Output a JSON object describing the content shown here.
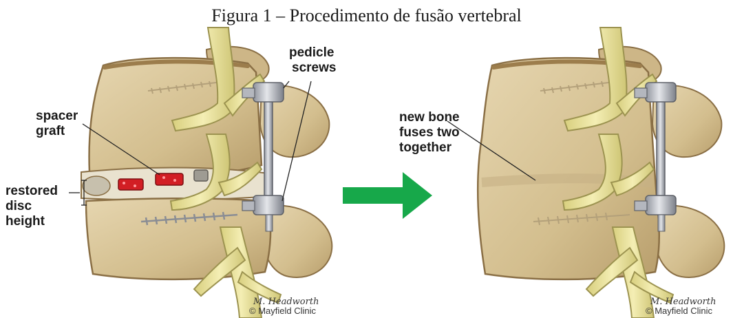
{
  "caption": "Figura 1 – Procedimento de fusão vertebral",
  "left_panel": {
    "labels": {
      "pedicle_screws": [
        "pedicle",
        "screws"
      ],
      "spacer_graft": [
        "spacer",
        "graft"
      ],
      "restored_disc_height": [
        "restored",
        "disc",
        "height"
      ]
    },
    "artist_signature": "M. Headworth",
    "credit": "© Mayfield Clinic"
  },
  "right_panel": {
    "labels": {
      "new_bone": [
        "new bone",
        "fuses two",
        "together"
      ]
    },
    "artist_signature": "M. Headworth",
    "credit": "© Mayfield Clinic"
  },
  "colors": {
    "bone": "#dccaa0",
    "bone_shade": "#b89e6c",
    "bone_dark": "#8a6f45",
    "nerve": "#ece39a",
    "nerve_edge": "#9c9350",
    "hardware": "#c9ccd3",
    "hardware_dark": "#6f737c",
    "graft_red": "#d21e24",
    "arrow_green": "#17a84a"
  }
}
